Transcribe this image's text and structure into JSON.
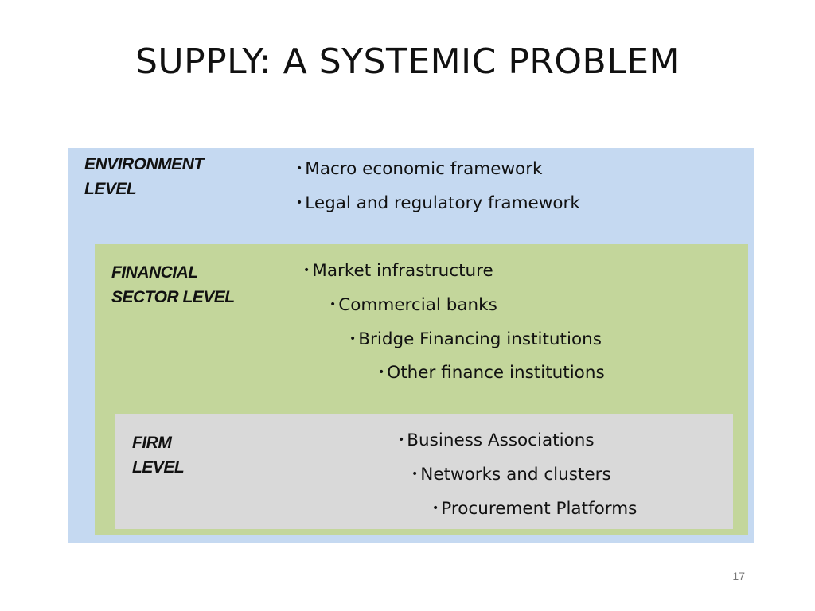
{
  "slide": {
    "title": "SUPPLY: A SYSTEMIC PROBLEM",
    "page_number": "17"
  },
  "levels": {
    "environment": {
      "label": "ENVIRONMENT\nLEVEL",
      "color": "#c5d9f1",
      "items": [
        "Macro economic framework",
        "Legal and regulatory framework"
      ]
    },
    "financial_sector": {
      "label": "FINANCIAL\nSECTOR LEVEL",
      "color": "#c3d69b",
      "items": [
        "Market infrastructure",
        "Commercial banks",
        "Bridge Financing institutions",
        "Other finance institutions"
      ]
    },
    "firm": {
      "label": "FIRM\nLEVEL",
      "color": "#d9d9d9",
      "items": [
        "Business Associations",
        "Networks and clusters",
        "Procurement Platforms"
      ]
    }
  }
}
